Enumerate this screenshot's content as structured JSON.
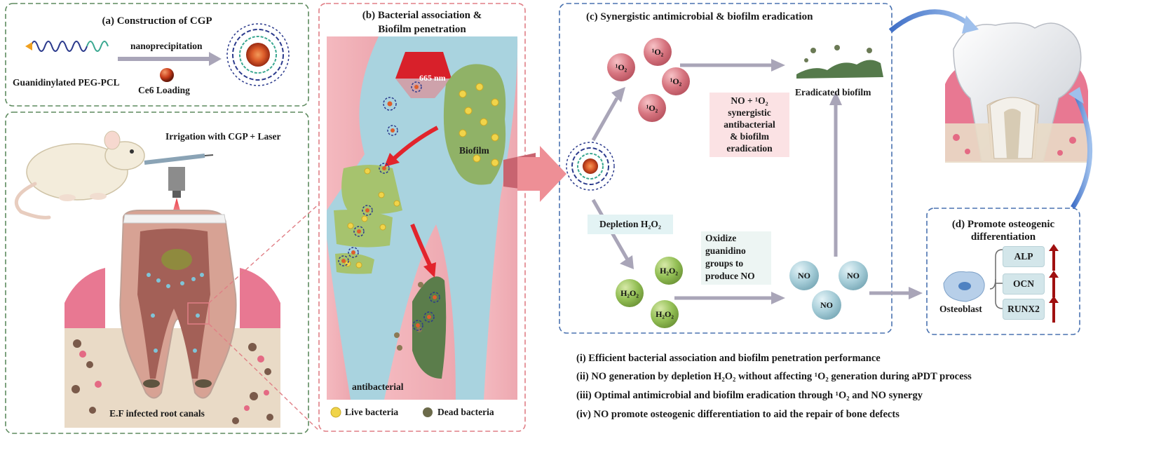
{
  "panel_a": {
    "title": "(a) Construction of CGP",
    "polymer_label": "Guanidinylated PEG-PCL",
    "method_label": "nanoprecipitation",
    "loading_label": "Ce6 Loading"
  },
  "panel_rat": {
    "treatment_label": "Irrigation with CGP + Laser",
    "canal_label": "E.F infected root canals"
  },
  "panel_b": {
    "title_line1": "(b) Bacterial association &",
    "title_line2": "Biofilm penetration",
    "laser_label": "665 nm",
    "biofilm_label": "Biofilm",
    "antibacterial_label": "antibacterial",
    "legend_live": "Live bacteria",
    "legend_dead": "Dead bacteria"
  },
  "panel_c": {
    "title": "(c) Synergistic antimicrobial & biofilm eradication",
    "singlet_oxygen": "¹O₂",
    "eradicated_label": "Eradicated biofilm",
    "synergy_lines": [
      "NO + ¹O₂",
      "synergistic",
      "antibacterial",
      "& biofilm",
      "eradication"
    ],
    "depletion_label": "Depletion H₂O₂",
    "h2o2": "H₂O₂",
    "oxidize_lines": [
      "Oxidize",
      "guanidino",
      "groups to",
      "produce NO"
    ],
    "no": "NO"
  },
  "panel_d": {
    "title_line1": "(d) Promote osteogenic",
    "title_line2": "differentiation",
    "cell_label": "Osteoblast",
    "markers": [
      "ALP",
      "OCN",
      "RUNX2"
    ]
  },
  "findings": [
    "(i) Efficient bacterial association and biofilm penetration performance",
    "(ii) NO generation by depletion H₂O₂ without affecting ¹O₂ generation during aPDT process",
    "(iii) Optimal antimicrobial and biofilm eradication through ¹O₂ and NO synergy",
    "(iv) NO promote osteogenic differentiation to aid the repair of bone defects"
  ],
  "colors": {
    "green_dash": "#5d8a5e",
    "pink_dash": "#e07f86",
    "blue_dash": "#4a72b0",
    "arrow_grey": "#a9a5b8",
    "big_arrow": "#ee8f96",
    "up_arrow": "#a01010"
  }
}
